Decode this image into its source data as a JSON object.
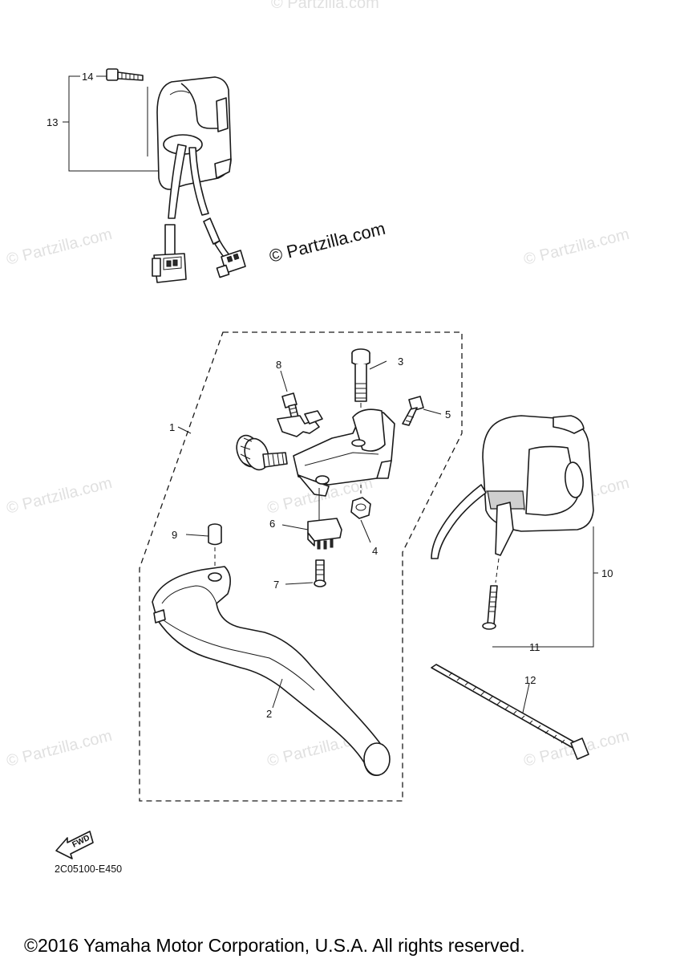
{
  "watermark": {
    "main": "© Partzilla.com",
    "faint": "© Partzilla.com"
  },
  "callouts": [
    "1",
    "2",
    "3",
    "4",
    "5",
    "6",
    "7",
    "8",
    "9",
    "10",
    "11",
    "12",
    "13",
    "14"
  ],
  "fwd_label": "FWD",
  "diagram_code": "2C05100-E450",
  "copyright": "©2016 Yamaha Motor Corporation, U.S.A. All rights reserved."
}
